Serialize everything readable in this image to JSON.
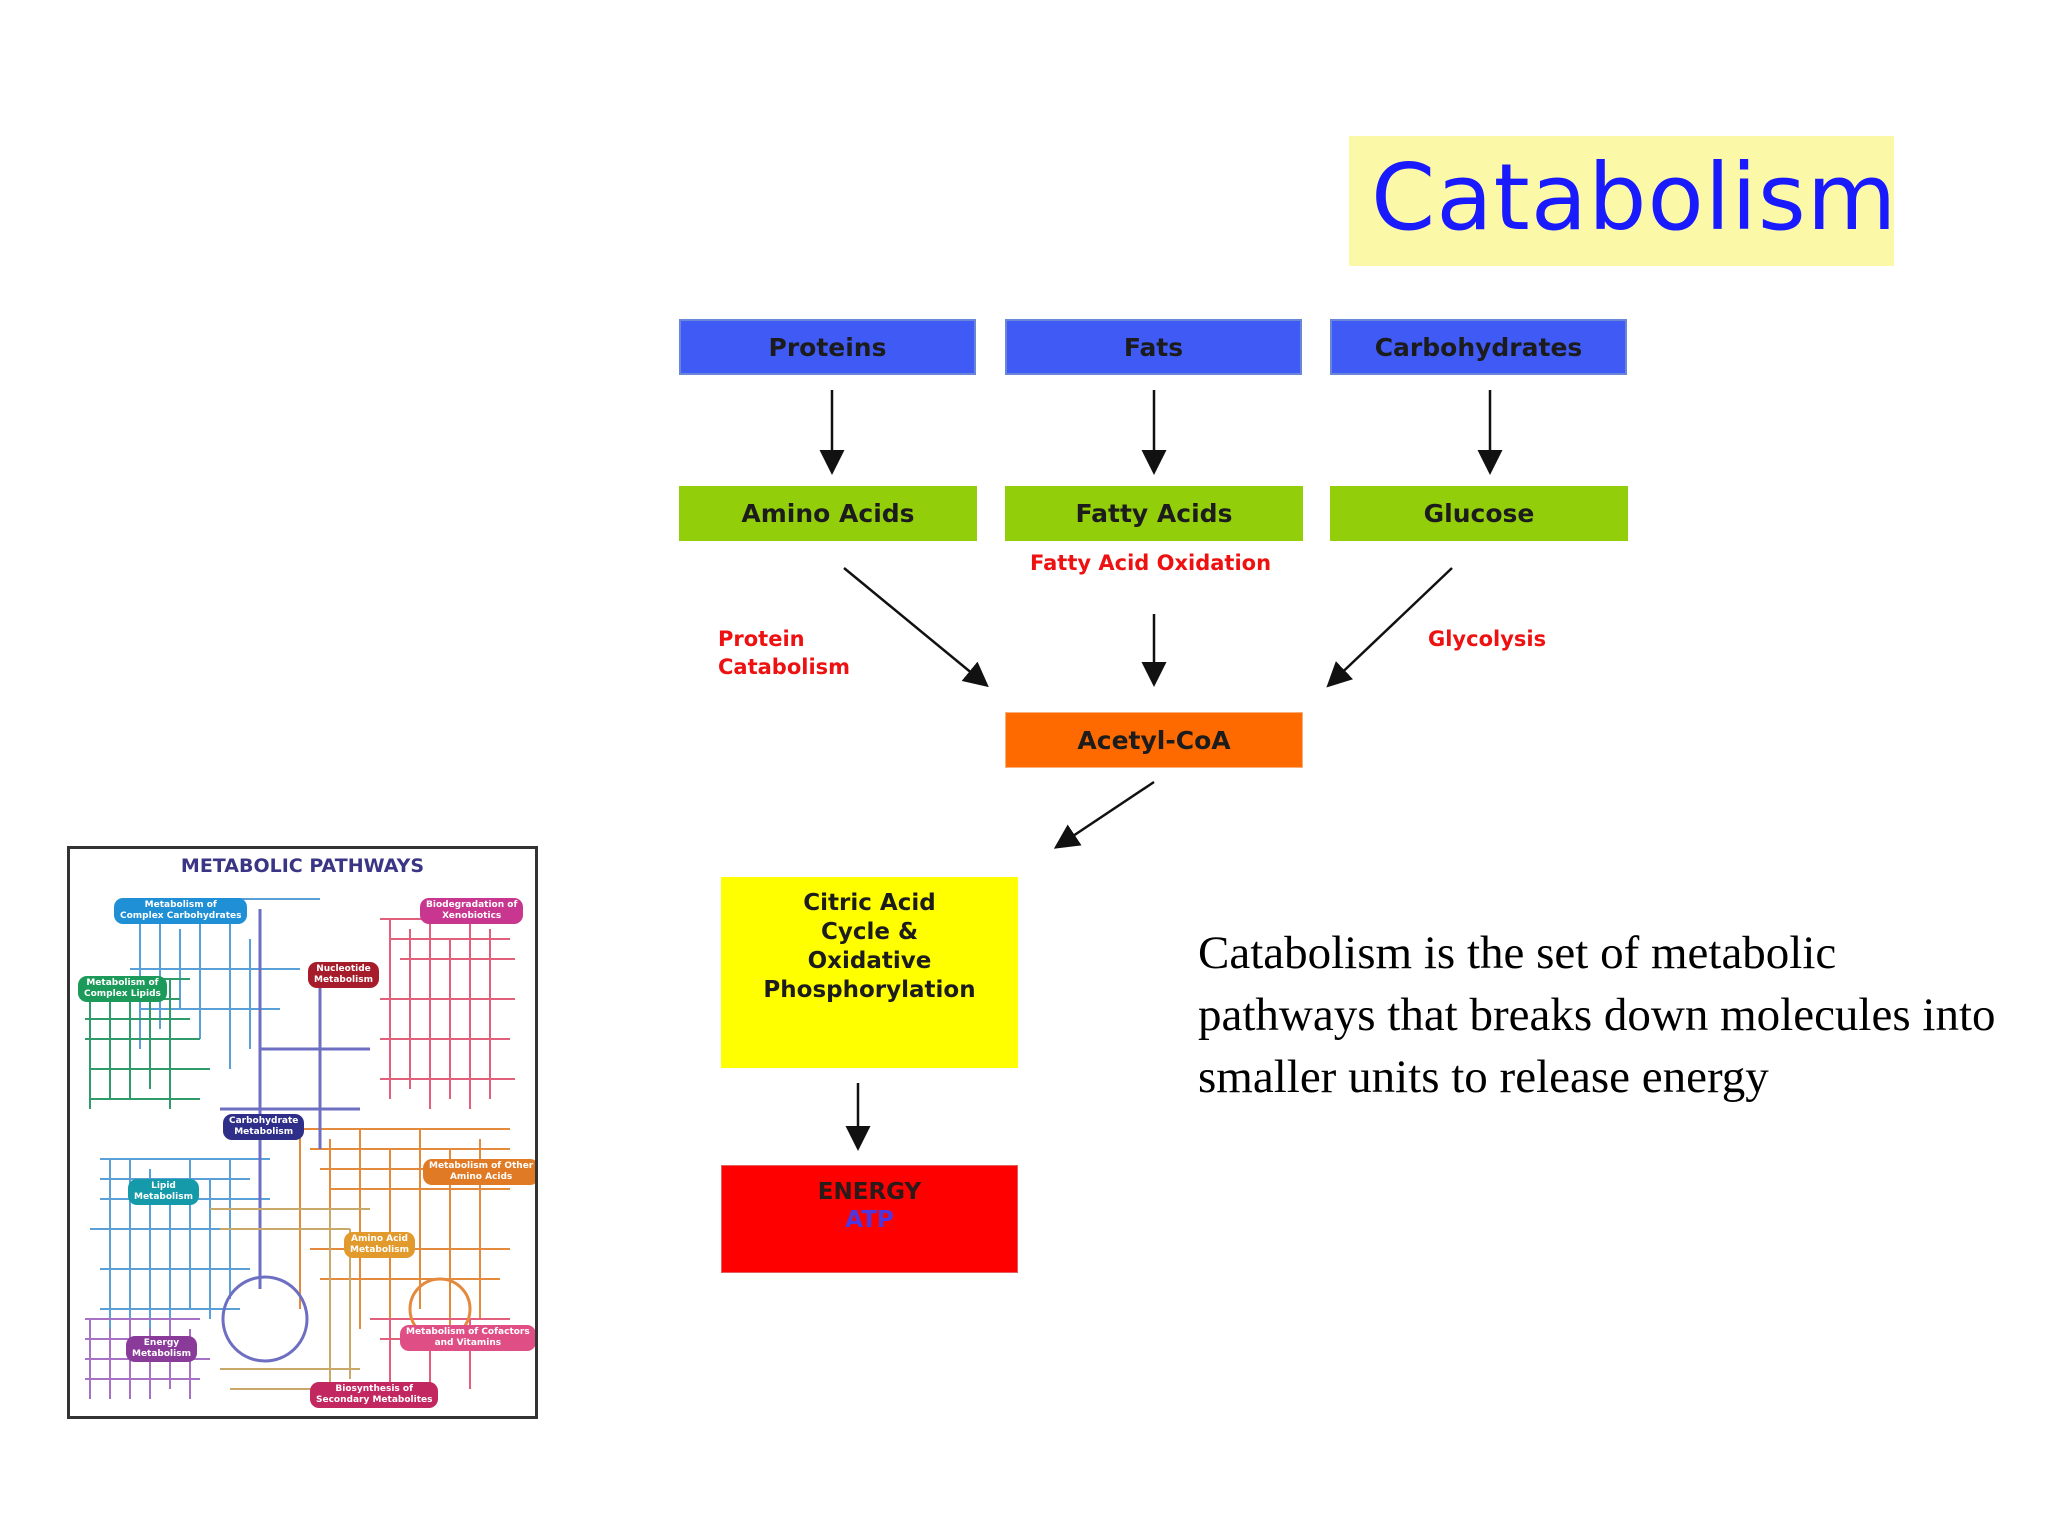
{
  "title": "Catabolism",
  "sources": [
    "Proteins",
    "Fats",
    "Carbohydrates"
  ],
  "intermediates": [
    "Amino Acids",
    "Fatty Acids",
    "Glucose"
  ],
  "process_labels": {
    "protein_line1": "Protein",
    "protein_line2": "Catabolism",
    "fatty_acid_oxidation": "Fatty Acid Oxidation",
    "glycolysis": "Glycolysis"
  },
  "acetyl": "Acetyl-CoA",
  "citric_lines": [
    "Citric Acid",
    "Cycle &",
    "Oxidative",
    "Phosphorylation"
  ],
  "energy": {
    "line1": "ENERGY",
    "line2": "ATP"
  },
  "description": "Catabolism is the set of metabolic pathways that breaks down molecules into smaller units to release energy",
  "metabolic_pathways": {
    "title": "METABOLIC PATHWAYS",
    "labels": [
      "Metabolism of Complex Carbohydrates",
      "Biodegradation of Xenobiotics",
      "Nucleotide Metabolism",
      "Metabolism of Complex Lipids",
      "Carbohydrate Metabolism",
      "Metabolism of Other Amino Acids",
      "Lipid Metabolism",
      "Amino Acid Metabolism",
      "Energy Metabolism",
      "Metabolism of Cofactors and Vitamins",
      "Biosynthesis of Secondary Metabolites"
    ]
  },
  "colors": {
    "title_bg": "#fbf9a8",
    "title_text": "#1a1aff",
    "source_box": "#3f5af5",
    "intermediate_box": "#93ce0b",
    "acetyl_box": "#ff6a00",
    "citric_box": "#ffff00",
    "energy_box": "#ff0000",
    "process_label": "#ee1111"
  }
}
